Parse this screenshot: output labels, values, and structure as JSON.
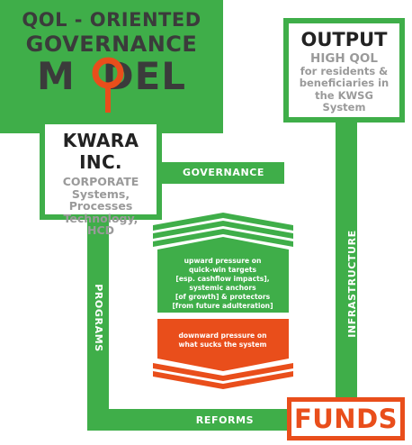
{
  "title": {
    "line1": "QOL - ORIENTED",
    "line2": "GOVERNANCE",
    "line3_pre": "M",
    "line3_post": "DEL"
  },
  "kwara": {
    "title": "KWARA INC.",
    "subtitle_lines": [
      "CORPORATE",
      "Systems,",
      "Processes",
      "Technology,",
      "HCD"
    ]
  },
  "output": {
    "title": "OUTPUT",
    "lead": "HIGH QOL",
    "lines": [
      "for residents &",
      "beneficiaries in",
      "the KWSG",
      "System"
    ]
  },
  "funds": {
    "label": "FUNDS"
  },
  "flows": {
    "governance": "GOVERNANCE",
    "infrastructure": "INFRASTRUCTURE",
    "reforms": "REFORMS",
    "programs": "PROGRAMS"
  },
  "pressure": {
    "upward": [
      "upward pressure on",
      "quick-win targets",
      "[esp. cashflow impacts],",
      "systemic anchors",
      "[of growth] & protectors",
      "[from future adulteration]"
    ],
    "downward": [
      "downward pressure on",
      "what sucks the system"
    ]
  },
  "colors": {
    "green": "#3fae49",
    "orange": "#e94e1b",
    "title_text": "#3b3b3b",
    "muted_text": "#9a9a9a"
  },
  "icons": {
    "magnifier": "magnifier-icon"
  }
}
